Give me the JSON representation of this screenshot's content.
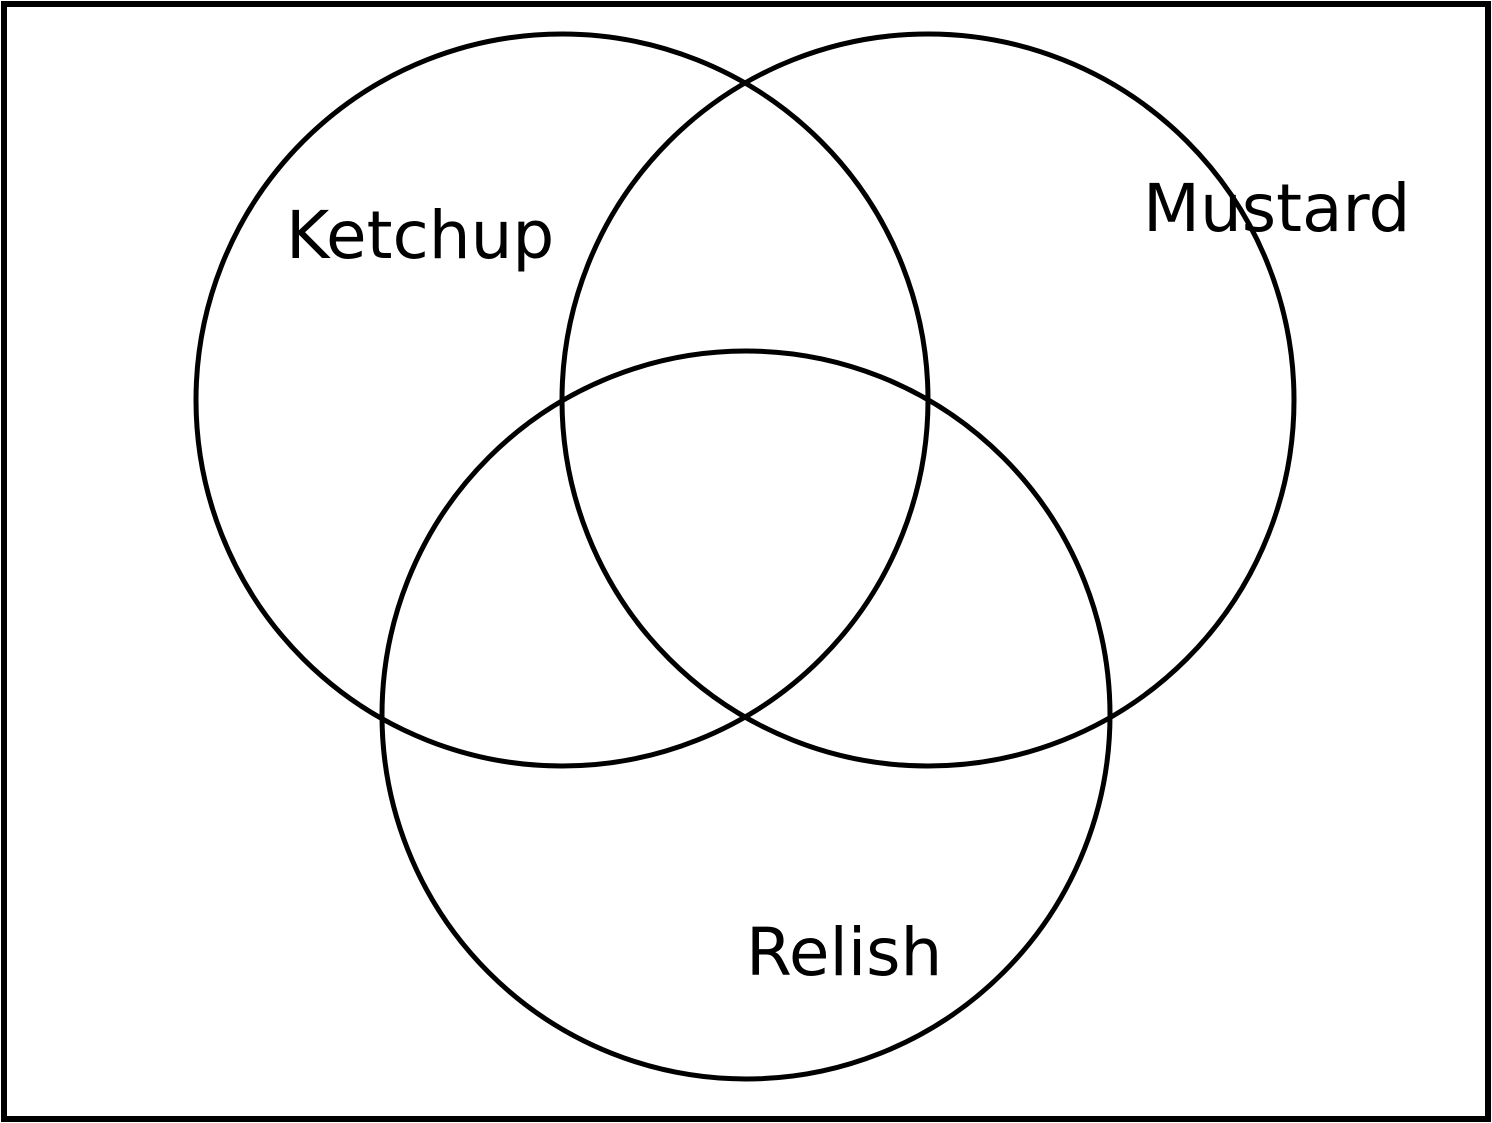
{
  "diagram": {
    "type": "venn",
    "sets": [
      {
        "id": "ketchup",
        "label": "Ketchup"
      },
      {
        "id": "mustard",
        "label": "Mustard"
      },
      {
        "id": "relish",
        "label": "Relish"
      }
    ],
    "colors": {
      "stroke": "#000000",
      "background": "#ffffff"
    }
  }
}
